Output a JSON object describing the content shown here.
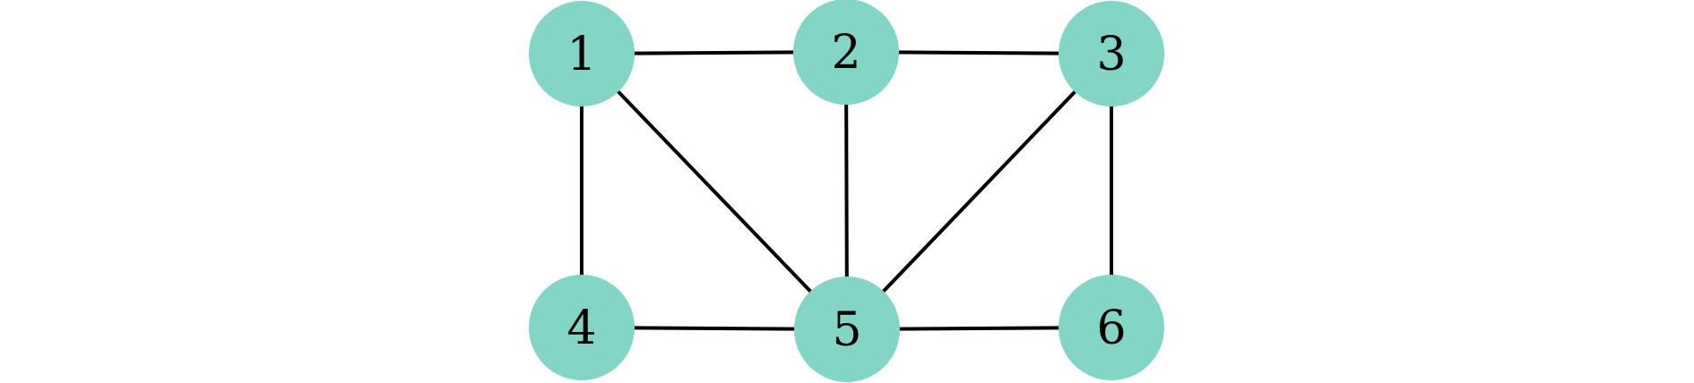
{
  "colors": {
    "node_fill": "#83d5c5",
    "edge": "#000000",
    "background": "#ffffff"
  },
  "nodes": [
    {
      "id": "1",
      "label": "1"
    },
    {
      "id": "2",
      "label": "2"
    },
    {
      "id": "3",
      "label": "3"
    },
    {
      "id": "4",
      "label": "4"
    },
    {
      "id": "5",
      "label": "5"
    },
    {
      "id": "6",
      "label": "6"
    }
  ],
  "edges": [
    [
      "1",
      "2"
    ],
    [
      "2",
      "3"
    ],
    [
      "1",
      "4"
    ],
    [
      "1",
      "5"
    ],
    [
      "2",
      "5"
    ],
    [
      "3",
      "5"
    ],
    [
      "3",
      "6"
    ],
    [
      "4",
      "5"
    ],
    [
      "5",
      "6"
    ]
  ]
}
